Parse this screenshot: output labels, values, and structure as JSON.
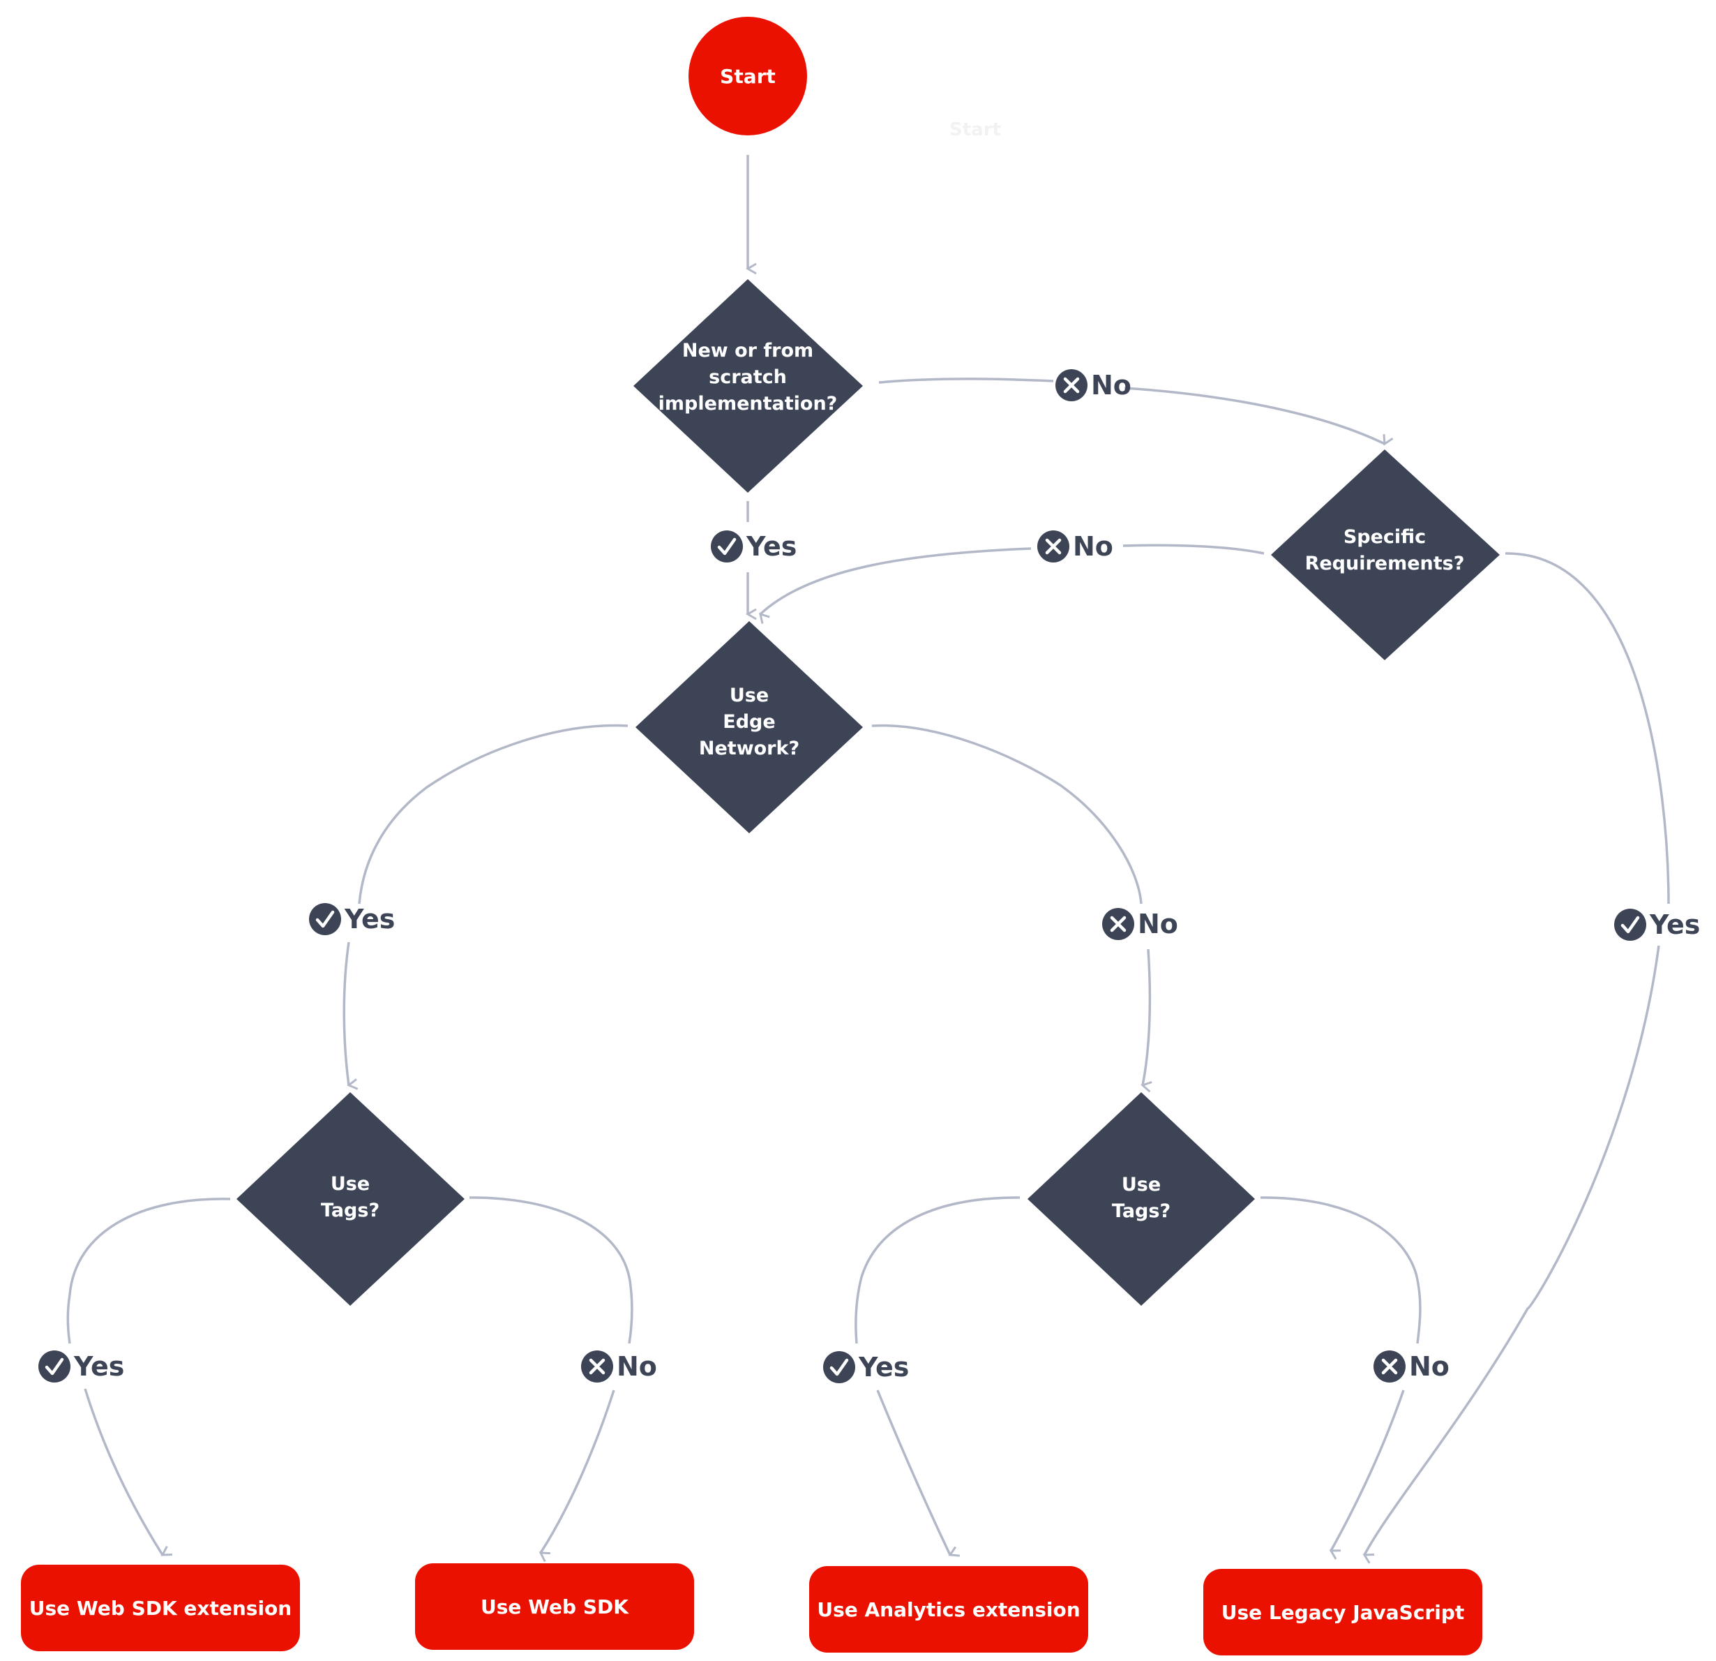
{
  "colors": {
    "terminal": "#ea1100",
    "decision": "#3d4456",
    "edge": "#b3b8c8",
    "label": "#3d4456",
    "background": "#ffffff"
  },
  "nodes": {
    "start": {
      "label": "Start"
    },
    "new_or_scratch": {
      "line1": "New or from",
      "line2": "scratch",
      "line3": "implementation?"
    },
    "specific_req": {
      "line1": "Specific",
      "line2": "Requirements?"
    },
    "edge_network": {
      "line1": "Use",
      "line2": "Edge",
      "line3": "Network?"
    },
    "tags_left": {
      "line1": "Use",
      "line2": "Tags?"
    },
    "tags_right": {
      "line1": "Use",
      "line2": "Tags?"
    }
  },
  "terminals": {
    "web_sdk_extension": "Use Web SDK extension",
    "web_sdk": "Use Web SDK",
    "analytics_extension": "Use Analytics extension",
    "legacy_js": "Use Legacy JavaScript"
  },
  "ghost": {
    "start": "Start"
  },
  "edges": {
    "scratch_no": "No",
    "scratch_yes": "Yes",
    "req_no": "No",
    "req_yes": "Yes",
    "edge_yes": "Yes",
    "edge_no": "No",
    "tags_left_yes": "Yes",
    "tags_left_no": "No",
    "tags_right_yes": "Yes",
    "tags_right_no": "No"
  },
  "icons": {
    "yes": "check-circle-icon",
    "no": "x-circle-icon"
  }
}
